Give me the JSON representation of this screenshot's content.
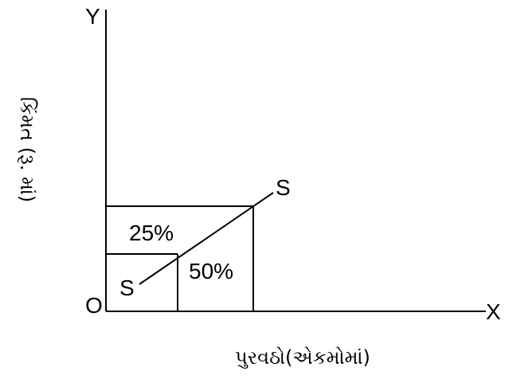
{
  "diagram": {
    "axis_y_letter": "Y",
    "axis_x_letter": "X",
    "origin_label": "O",
    "curve_label_top": "S",
    "curve_label_bottom": "S",
    "region_top_percent": "25%",
    "region_bottom_percent": "50%",
    "x_axis_title": "પુરવઠો(એકમોમાં)",
    "y_axis_title": "કિંમત (રૂ. માં)"
  },
  "colors": {
    "ink": "#000000",
    "background": "#ffffff"
  }
}
